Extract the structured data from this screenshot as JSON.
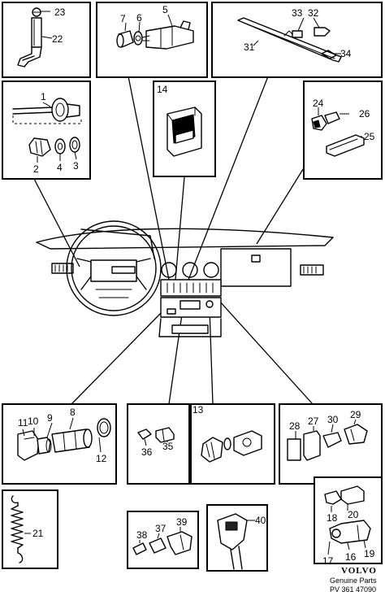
{
  "parts": {
    "p1": "1",
    "p2": "2",
    "p3": "3",
    "p4": "4",
    "p5": "5",
    "p6": "6",
    "p7": "7",
    "p8": "8",
    "p9": "9",
    "p10": "10",
    "p11": "11",
    "p12": "12",
    "p13": "13",
    "p14": "14",
    "p16": "16",
    "p17": "17",
    "p18": "18",
    "p19": "19",
    "p20": "20",
    "p21": "21",
    "p22": "22",
    "p23": "23",
    "p24": "24",
    "p25": "25",
    "p26": "26",
    "p27": "27",
    "p28": "28",
    "p29": "29",
    "p30": "30",
    "p31": "31",
    "p32": "32",
    "p33": "33",
    "p34": "34",
    "p35": "35",
    "p36": "36",
    "p37": "37",
    "p38": "38",
    "p39": "39",
    "p40": "40"
  },
  "brand": {
    "name": "VOLVO",
    "subtitle": "Genuine Parts",
    "code": "PV  361 47090"
  }
}
